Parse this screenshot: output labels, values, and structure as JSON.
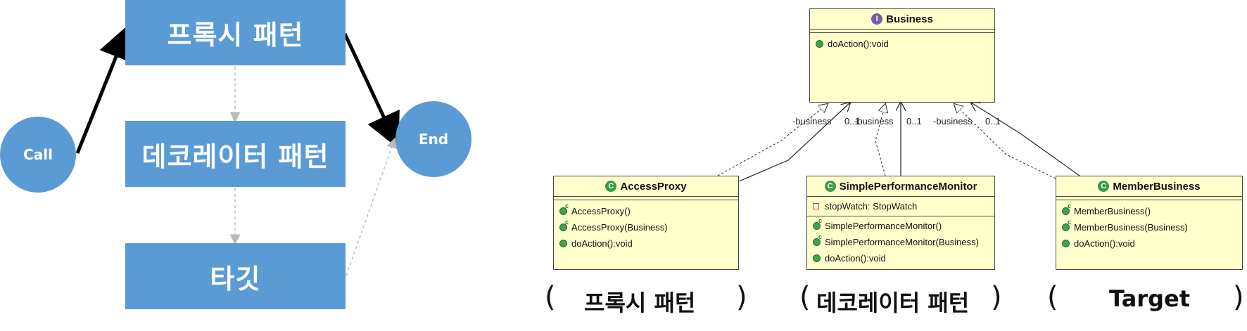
{
  "flow": {
    "call": "Call",
    "end": "End",
    "proxy_box": "프록시 패턴",
    "decorator_box": "데코레이터 패턴",
    "target_box": "타깃"
  },
  "uml": {
    "business": {
      "name": "Business",
      "methods": [
        "doAction():void"
      ]
    },
    "access_proxy": {
      "name": "AccessProxy",
      "methods": [
        "AccessProxy()",
        "AccessProxy(Business)",
        "doAction():void"
      ]
    },
    "simple_perf": {
      "name": "SimplePerformanceMonitor",
      "fields": [
        "stopWatch: StopWatch"
      ],
      "methods": [
        "SimplePerformanceMonitor()",
        "SimplePerformanceMonitor(Business)",
        "doAction():void"
      ]
    },
    "member_business": {
      "name": "MemberBusiness",
      "methods": [
        "MemberBusiness()",
        "MemberBusiness(Business)",
        "doAction():void"
      ]
    },
    "assoc_labels": {
      "role": "-business",
      "mult": "0..1"
    }
  },
  "captions": {
    "proxy": "프록시 패턴",
    "decorator": "데코레이터 패턴",
    "target": "Target",
    "open_paren": "(",
    "close_paren": ")"
  },
  "colors": {
    "flow_fill": "#5b9bd5",
    "uml_fill": "#ffffcc"
  }
}
